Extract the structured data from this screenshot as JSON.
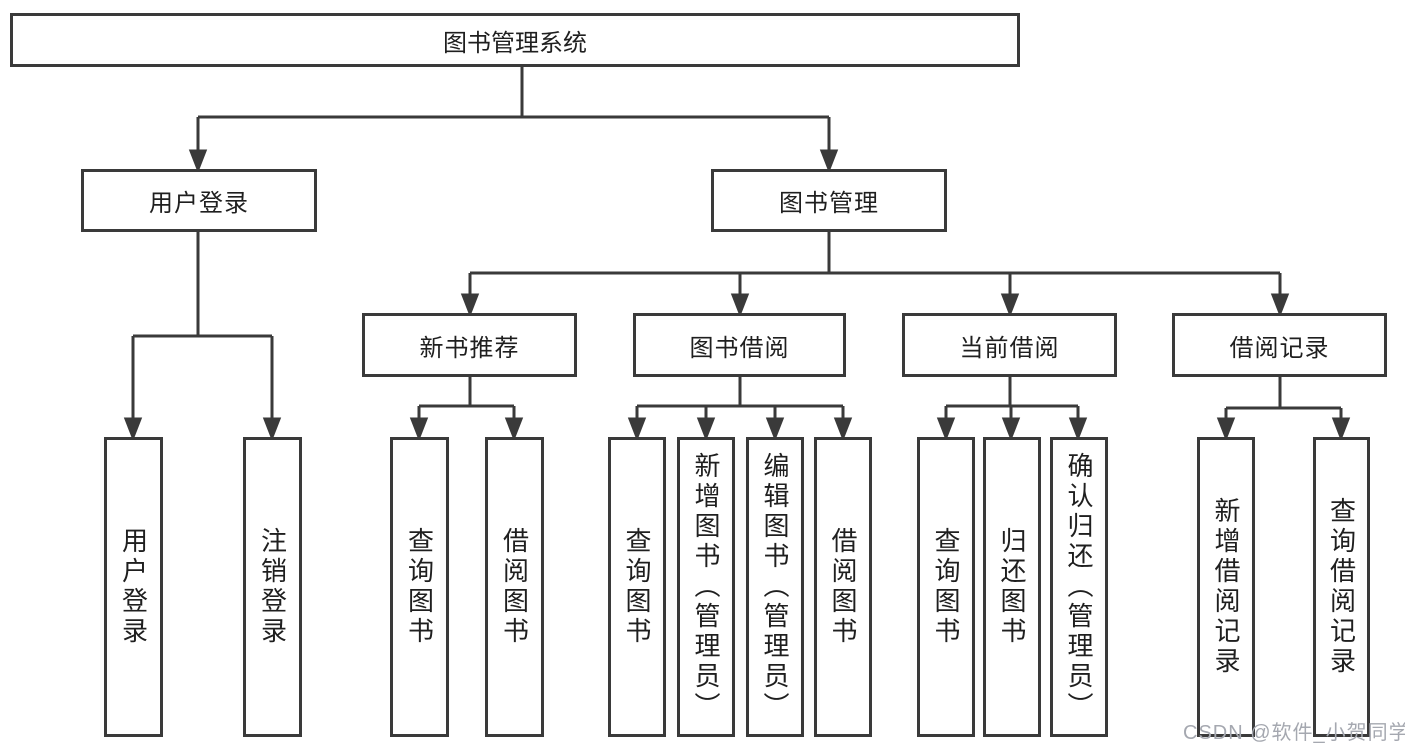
{
  "diagram": {
    "root": "图书管理系统",
    "level2": {
      "user_login": "用户登录",
      "book_mgmt": "图书管理"
    },
    "level3": {
      "new_books": "新书推荐",
      "book_borrow": "图书借阅",
      "current_borrow": "当前借阅",
      "borrow_record": "借阅记录"
    },
    "leaves": {
      "user_login": [
        "用户登录",
        "注销登录"
      ],
      "new_books": [
        "查询图书",
        "借阅图书"
      ],
      "book_borrow": [
        "查询图书",
        "新增图书（管理员）",
        "编辑图书（管理员）",
        "借阅图书"
      ],
      "current_borrow": [
        "查询图书",
        "归还图书",
        "确认归还（管理员）"
      ],
      "borrow_record": [
        "新增借阅记录",
        "查询借阅记录"
      ]
    }
  },
  "watermark": "CSDN @软件_小贺同学",
  "colors": {
    "line": "#3a3a3a",
    "text": "#1f1f1f",
    "box_bg": "#ffffff",
    "watermark": "#a5a8b0"
  }
}
